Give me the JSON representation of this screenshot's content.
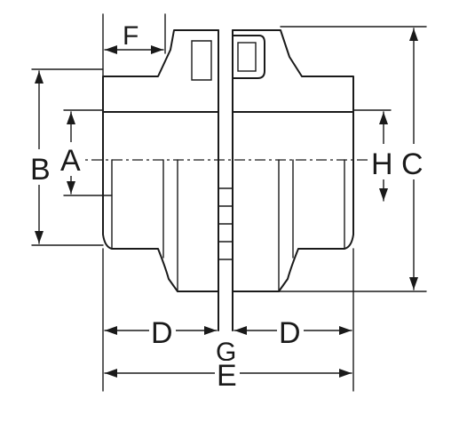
{
  "labels": {
    "a": "A",
    "b": "B",
    "c": "C",
    "d_left": "D",
    "d_right": "D",
    "e": "E",
    "f": "F",
    "g": "G",
    "h": "H"
  },
  "colors": {
    "ink": "#1a1a1a",
    "background": "#ffffff"
  }
}
